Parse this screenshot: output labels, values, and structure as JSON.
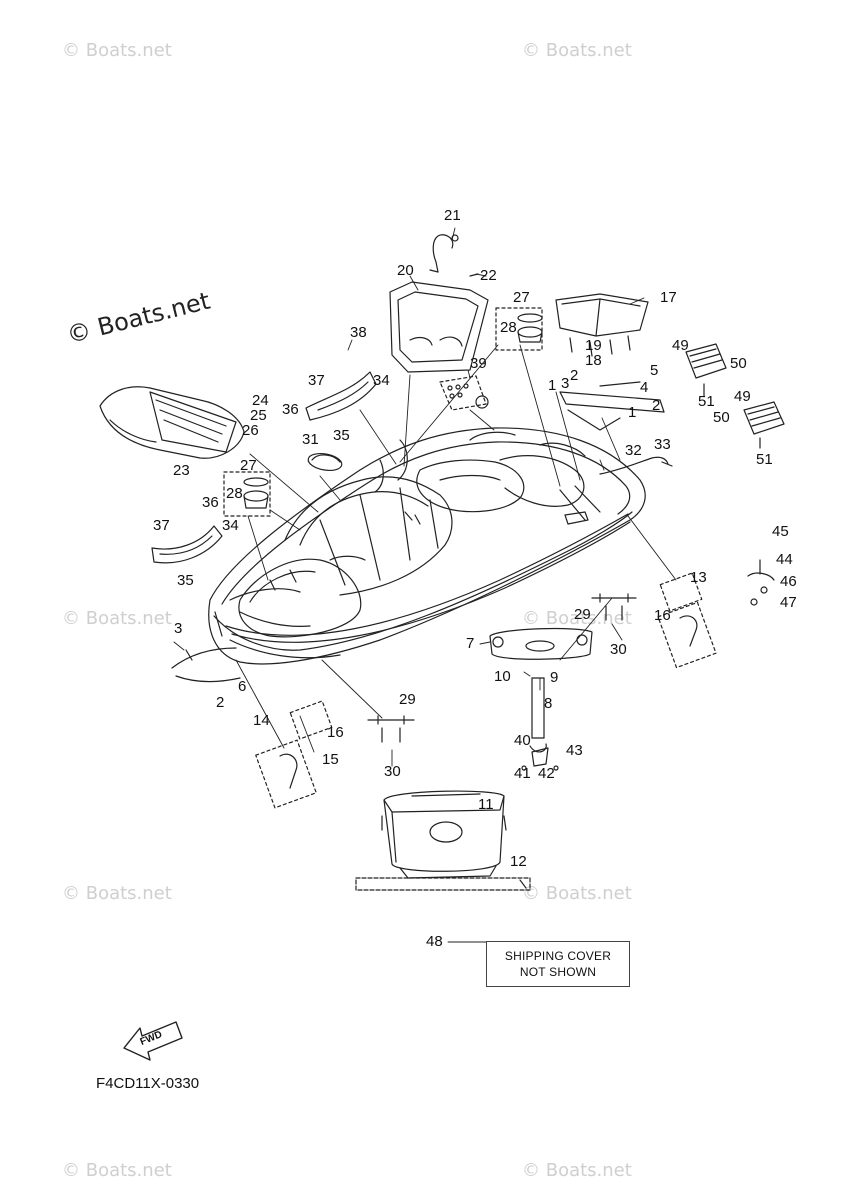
{
  "watermark": {
    "text": "© Boats.net"
  },
  "drawing_code": "F4CD11X-0330",
  "shipping_note": {
    "line1": "SHIPPING COVER",
    "line2": "NOT SHOWN"
  },
  "fwd_label": "FWD",
  "callouts": [
    "21",
    "20",
    "22",
    "27",
    "28",
    "17",
    "38",
    "39",
    "19",
    "18",
    "49",
    "50",
    "5",
    "1",
    "3",
    "2",
    "4",
    "37",
    "34",
    "36",
    "35",
    "24",
    "25",
    "26",
    "51",
    "31",
    "49",
    "50",
    "32",
    "33",
    "23",
    "27",
    "28",
    "36",
    "34",
    "37",
    "35",
    "51",
    "45",
    "44",
    "46",
    "47",
    "13",
    "16",
    "29",
    "30",
    "3",
    "7",
    "10",
    "9",
    "6",
    "2",
    "8",
    "29",
    "14",
    "16",
    "15",
    "30",
    "40",
    "43",
    "41",
    "42",
    "11",
    "12",
    "48",
    "2",
    "1"
  ]
}
